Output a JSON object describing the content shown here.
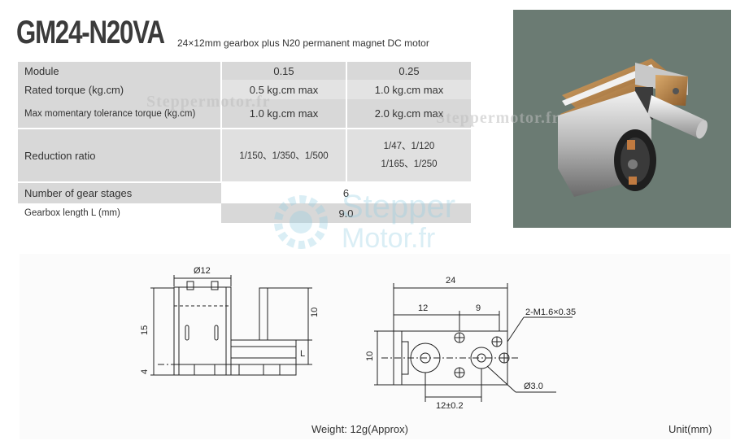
{
  "header": {
    "title": "GM24-N20VA",
    "subtitle": "24×12mm gearbox plus N20 permanent magnet DC  motor"
  },
  "spec_table": {
    "module_label": "Module",
    "module_values": [
      "0.15",
      "0.25"
    ],
    "rated_torque_label": "Rated torque (kg.cm)",
    "rated_torque_values": [
      "0.5 kg.cm max",
      "1.0 kg.cm max"
    ],
    "max_torque_label": "Max momentary tolerance torque (kg.cm)",
    "max_torque_values": [
      "1.0 kg.cm max",
      "2.0 kg.cm max"
    ],
    "reduction_label": "Reduction ratio",
    "reduction_col1": "1/150、1/350、1/500",
    "reduction_col2_line1": "1/47、1/120",
    "reduction_col2_line2": "1/165、1/250",
    "gear_stages_label": "Number of gear stages",
    "gear_stages_value": "6",
    "gearbox_length_label": "Gearbox length  L (mm)",
    "gearbox_length_value": "9.0"
  },
  "watermarks": {
    "text": "Steppermotor.fr",
    "logo_line1": "Stepper",
    "logo_line2": "Motor.fr"
  },
  "drawing": {
    "dim_d12": "Ø12",
    "dim_10_side": "10",
    "dim_15": "15",
    "dim_4": "4",
    "dim_L": "L",
    "dim_24": "24",
    "dim_12": "12",
    "dim_9": "9",
    "dim_hole": "2-M1.6×0.35",
    "dim_10_front": "10",
    "dim_12pm": "12±0.2",
    "dim_d3": "Ø3.0"
  },
  "footer": {
    "weight": "Weight: 12g(Approx)",
    "unit": "Unit(mm)"
  }
}
